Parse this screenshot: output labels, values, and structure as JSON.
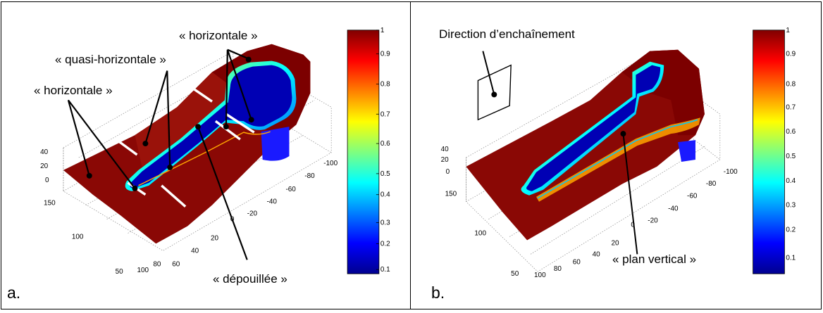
{
  "panel_a": {
    "letter": "a.",
    "labels": {
      "horizontale_left": "« horizontale »",
      "quasi_horizontale": "« quasi-horizontale »",
      "horizontale_top": "« horizontale »",
      "depouillee": "« dépouillée »"
    },
    "axes": {
      "z_ticks": [
        "40",
        "20",
        "0"
      ],
      "y_ticks": [
        "150",
        "100",
        "50"
      ],
      "x_ticks": [
        "-100",
        "-80",
        "-60",
        "-40",
        "-20",
        "0",
        "20",
        "40",
        "60",
        "80",
        "100"
      ]
    },
    "colorbar_ticks": [
      "1",
      "0.9",
      "0.8",
      "0.7",
      "0.6",
      "0.5",
      "0.4",
      "0.3",
      "0.2",
      "0.1"
    ]
  },
  "panel_b": {
    "letter": "b.",
    "labels": {
      "direction": "Direction d’enchaînement",
      "plan_vertical": "« plan vertical »"
    },
    "axes": {
      "z_ticks": [
        "40",
        "20",
        "0"
      ],
      "y_ticks": [
        "150",
        "100",
        "50"
      ],
      "x_ticks": [
        "-100",
        "-80",
        "-60",
        "-40",
        "-20",
        "0",
        "20",
        "40",
        "60",
        "80",
        "100"
      ]
    },
    "colorbar_ticks": [
      "1",
      "0.9",
      "0.8",
      "0.7",
      "0.6",
      "0.5",
      "0.4",
      "0.3",
      "0.2",
      "0.1"
    ]
  },
  "colors": {
    "surface_dark": "#7f0000",
    "surface_mid": "#8e0a06",
    "pocket": "#0000b0",
    "white_line": "#ffffff"
  }
}
